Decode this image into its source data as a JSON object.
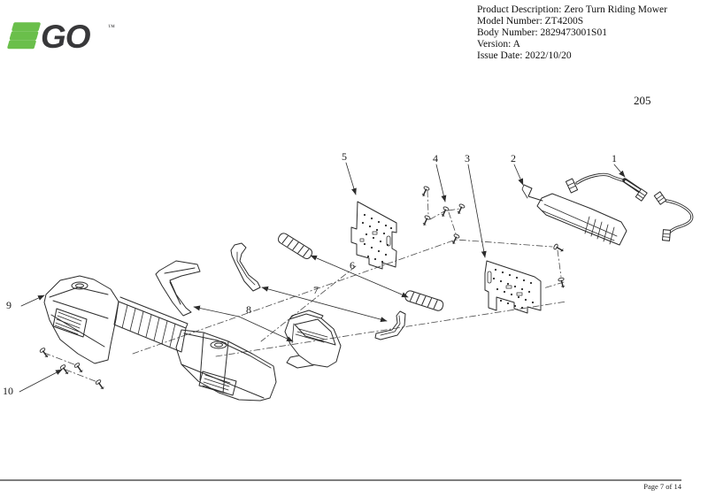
{
  "header": {
    "logo": {
      "brand": "EGO",
      "go_text": "GO",
      "trademark": "™"
    },
    "info_lines": [
      "Product Description: Zero Turn Riding Mower",
      "Model Number: ZT4200S",
      "Body Number: 2829473001S01",
      "Version: A",
      "Issue Date: 2022/10/20"
    ]
  },
  "diagram_number": "205",
  "footer": {
    "page_label": "Page 7 of 14"
  },
  "diagram": {
    "type": "exploded-parts-view",
    "callouts": [
      {
        "label": "1"
      },
      {
        "label": "2"
      },
      {
        "label": "3"
      },
      {
        "label": "4"
      },
      {
        "label": "5"
      },
      {
        "label": "6"
      },
      {
        "label": "7"
      },
      {
        "label": "8"
      },
      {
        "label": "9"
      },
      {
        "label": "10"
      }
    ]
  },
  "colors": {
    "logo_green": "#6abf4b",
    "logo_dark": "#38383a",
    "line_art": "#2b2b2b",
    "footer_rule": "#7e7e7e"
  }
}
